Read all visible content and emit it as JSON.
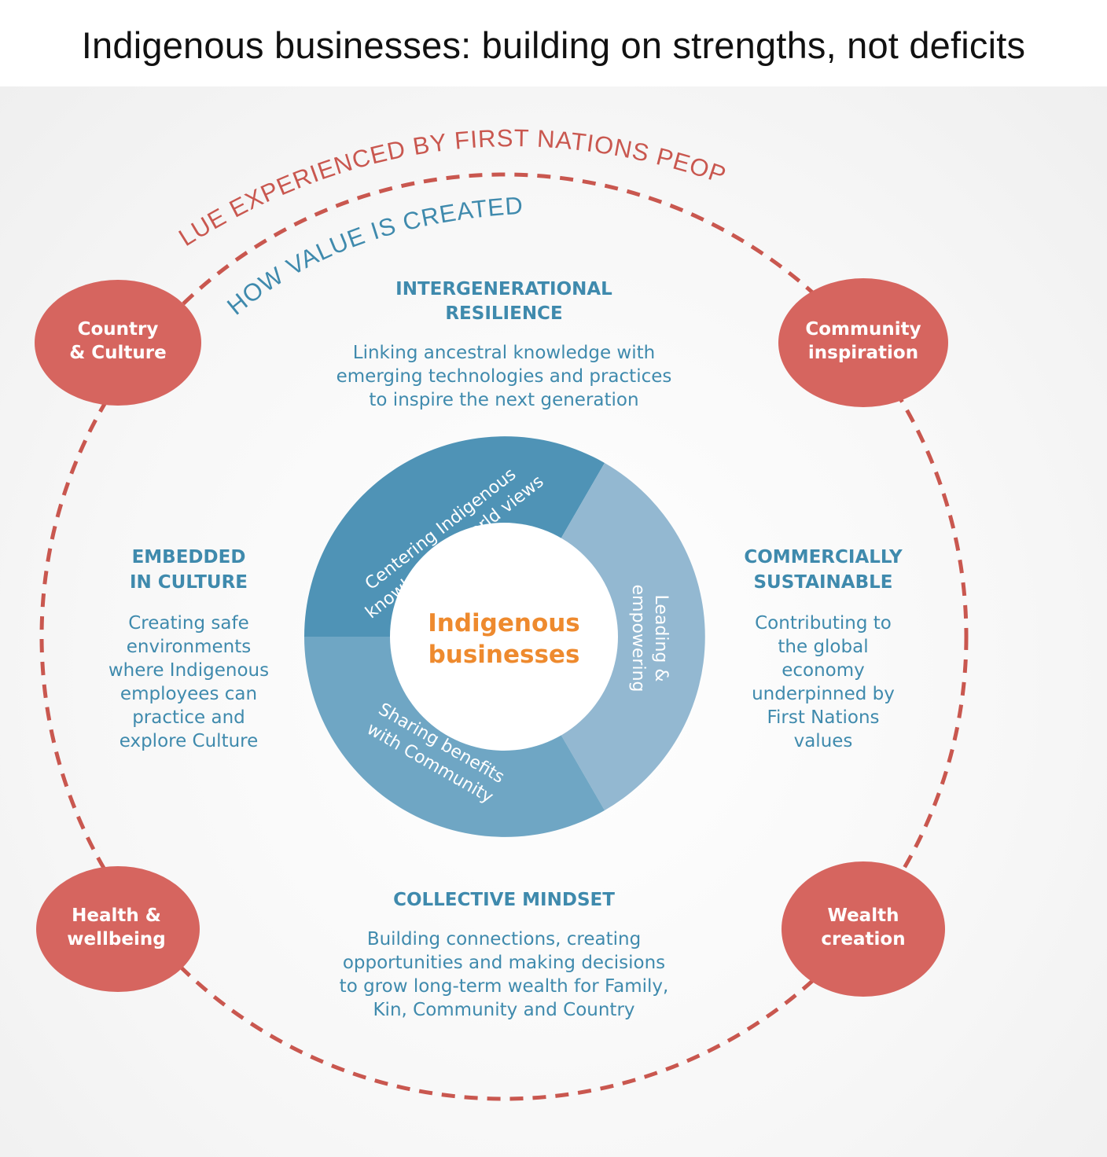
{
  "title": "Indigenous businesses: building on strengths, not deficits",
  "colors": {
    "coral": "#d6655f",
    "teal_text": "#3f8aad",
    "ring_dark": "#4f93b6",
    "ring_mid": "#6fa6c4",
    "ring_light": "#93b8d1",
    "center_text": "#ee8a2e"
  },
  "arcs": {
    "outer": "VALUE EXPERIENCED BY FIRST NATIONS PEOPLE",
    "inner": "HOW VALUE IS CREATED"
  },
  "value_nodes": [
    {
      "line1": "Country",
      "line2": "& Culture"
    },
    {
      "line1": "Community",
      "line2": "inspiration"
    },
    {
      "line1": "Health &",
      "line2": "wellbeing"
    },
    {
      "line1": "Wealth",
      "line2": "creation"
    }
  ],
  "center": {
    "line1": "Indigenous",
    "line2": "businesses"
  },
  "ring_segments": [
    {
      "line1": "Centering Indigenous",
      "line2": "knowledge & world views"
    },
    {
      "line1": "Leading &",
      "line2": "empowering"
    },
    {
      "line1": "Sharing benefits",
      "line2": "with Community"
    }
  ],
  "sections": {
    "top": {
      "heading": [
        "INTERGENERATIONAL",
        "RESILIENCE"
      ],
      "body": [
        "Linking ancestral knowledge with",
        "emerging technologies and practices",
        "to inspire the next generation"
      ]
    },
    "left": {
      "heading": [
        "EMBEDDED",
        "IN CULTURE"
      ],
      "body": [
        "Creating safe",
        "environments",
        "where Indigenous",
        "employees can",
        "practice and",
        "explore Culture"
      ]
    },
    "right": {
      "heading": [
        "COMMERCIALLY",
        "SUSTAINABLE"
      ],
      "body": [
        "Contributing to",
        "the global",
        "economy",
        "underpinned by",
        "First Nations",
        "values"
      ]
    },
    "bottom": {
      "heading": [
        "COLLECTIVE MINDSET"
      ],
      "body": [
        "Building connections, creating",
        "opportunities and making decisions",
        "to grow long-term wealth for Family,",
        "Kin, Community and Country"
      ]
    }
  }
}
